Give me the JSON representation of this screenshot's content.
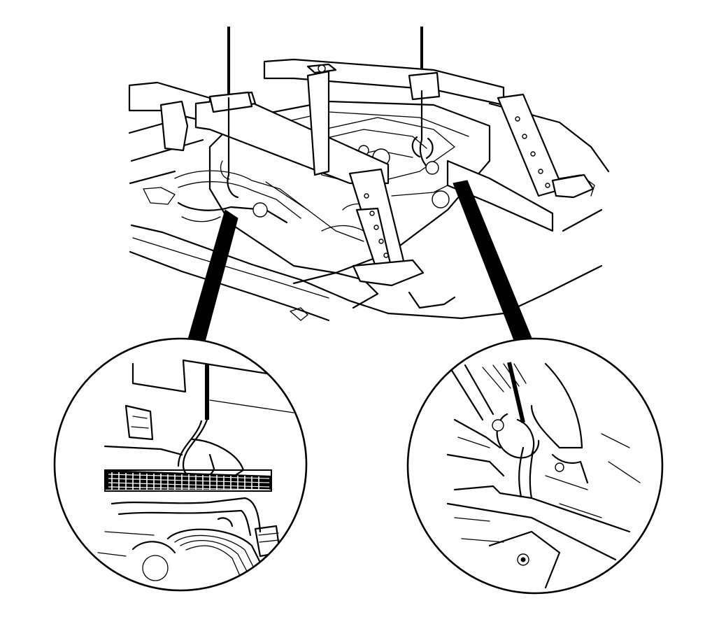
{
  "figure": {
    "kind": "technical-line-drawing",
    "subject": "engine-lift-fixture",
    "details": [
      "left-lift-hook-detail",
      "right-lift-hook-detail"
    ],
    "colors": {
      "ink": "#000000",
      "paper": "#ffffff"
    }
  }
}
